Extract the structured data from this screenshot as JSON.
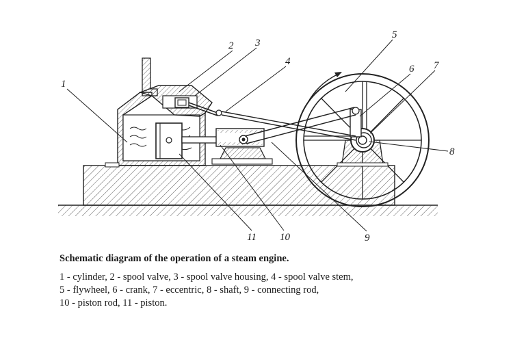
{
  "labels": [
    "1",
    "2",
    "3",
    "4",
    "5",
    "6",
    "7",
    "8",
    "9",
    "10",
    "11"
  ],
  "caption": {
    "title": "Schematic diagram of the operation of a steam engine.",
    "lines": [
      "1 - cylinder, 2 - spool valve, 3 - spool valve housing, 4 - spool valve stem,",
      "5 - flywheel, 6 - crank, 7 - eccentric, 8 - shaft, 9 - connecting rod,",
      "10 - piston rod, 11 - piston."
    ]
  }
}
